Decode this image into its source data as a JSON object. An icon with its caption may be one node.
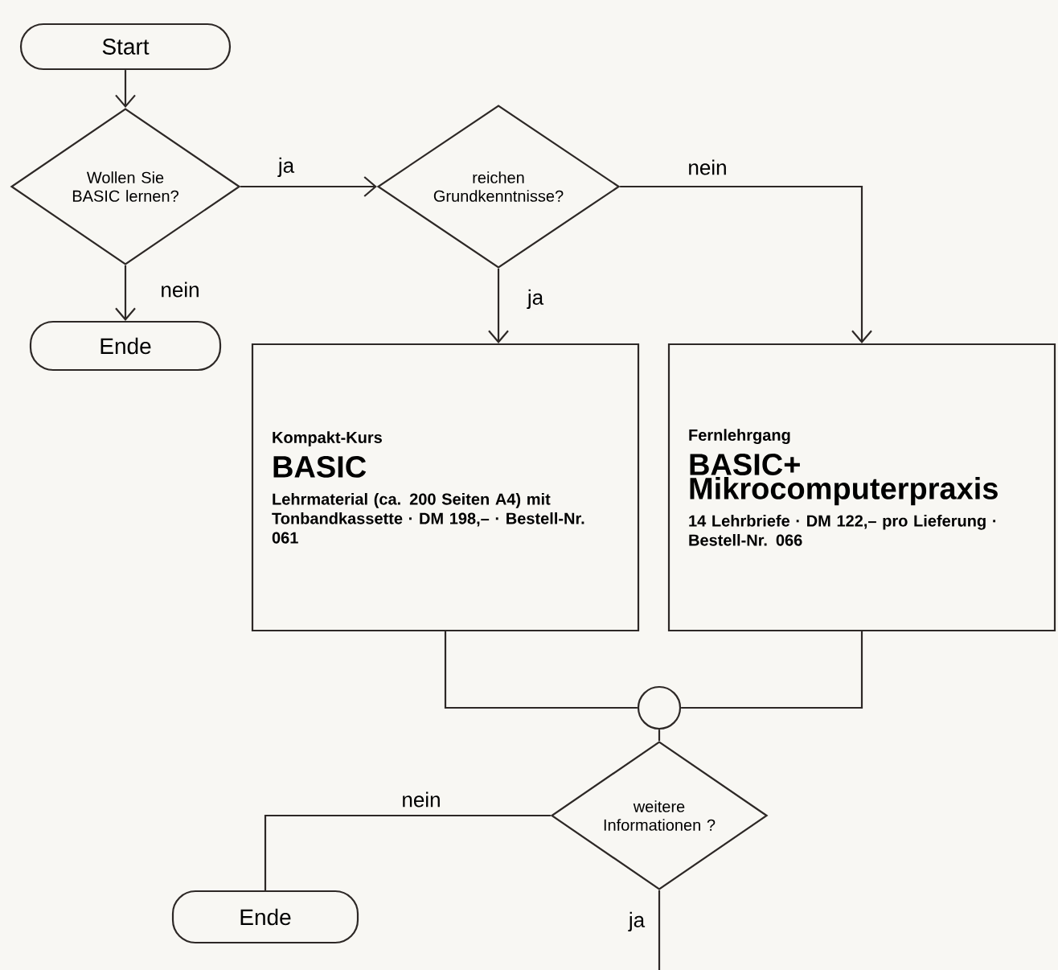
{
  "diagram": {
    "nodes": [
      {
        "text": [
          "Start"
        ]
      },
      {
        "text": [
          "Wollen Sie BASIC lernen?"
        ]
      },
      {
        "text": [
          "Ende"
        ]
      },
      {
        "text": [
          "reichen Grundkenntnisse?"
        ]
      },
      {
        "text": [
          "Kompakt-Kurs",
          "BASIC",
          "Lehrmaterial (ca. 200 Seiten A4) mit Tonbandkassette · DM 198,– · Bestell-Nr. 061"
        ]
      },
      {
        "text": [
          "Fernlehrgang",
          "BASIC+ Mikrocomputerpraxis",
          "14 Lehrbriefe · DM 122,– pro Lieferung · Bestell-Nr. 066"
        ]
      },
      {
        "text": [],
        "shape": "circle"
      },
      {
        "text": [
          "weitere Informationen ?"
        ]
      },
      {
        "text": [
          "Ende"
        ]
      }
    ],
    "edges": [
      {
        "from": 0,
        "to": 1,
        "arrow": "to"
      },
      {
        "from": 1,
        "to": 3,
        "arrow": "to",
        "label": "ja"
      },
      {
        "from": 1,
        "to": 2,
        "arrow": "to",
        "label": "nein"
      },
      {
        "from": 3,
        "to": 4,
        "arrow": "to",
        "label": "ja"
      },
      {
        "from": 3,
        "to": 5,
        "arrow": "to",
        "label": "nein"
      },
      {
        "from": 4,
        "to": 6,
        "arrow": "none"
      },
      {
        "from": 5,
        "to": 6,
        "arrow": "none"
      },
      {
        "from": 6,
        "to": 7,
        "arrow": "none"
      },
      {
        "from": 7,
        "to": 8,
        "arrow": "none",
        "label": "nein"
      },
      {
        "from": 7,
        "to": null,
        "arrow": "none",
        "label": "ja"
      }
    ]
  }
}
